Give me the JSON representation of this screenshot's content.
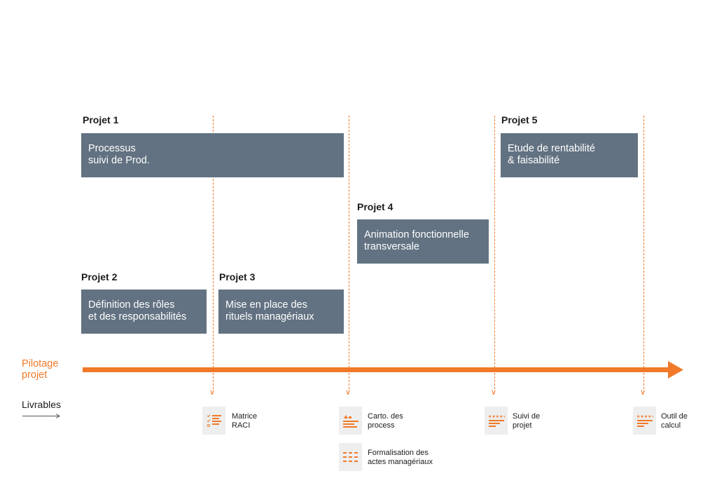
{
  "projects": [
    {
      "title": "Projet 1",
      "lines": [
        "Processus",
        "suivi de Prod."
      ]
    },
    {
      "title": "Projet 2",
      "lines": [
        "Définition des rôles",
        "et des responsabilités"
      ]
    },
    {
      "title": "Projet 3",
      "lines": [
        "Mise en place des",
        "rituels managériaux"
      ]
    },
    {
      "title": "Projet 4",
      "lines": [
        "Animation fonctionnelle",
        "transversale"
      ]
    },
    {
      "title": "Projet 5",
      "lines": [
        "Etude de rentabilité",
        "& faisabilité"
      ]
    }
  ],
  "pilotage": {
    "line1": "Pilotage",
    "line2": "projet"
  },
  "livrables": {
    "label": "Livrables"
  },
  "deliverables": [
    {
      "lines": [
        "Matrice",
        "RACI"
      ],
      "icon": "checklist-icon"
    },
    {
      "lines": [
        "Carto. des",
        "process"
      ],
      "icon": "process-map-icon"
    },
    {
      "lines": [
        "Formalisation des",
        "actes managériaux"
      ],
      "icon": "grid-list-icon"
    },
    {
      "lines": [
        "Suivi de",
        "projet"
      ],
      "icon": "rating-list-icon"
    },
    {
      "lines": [
        "Outil de",
        "calcul"
      ],
      "icon": "rating-list-icon"
    }
  ],
  "colors": {
    "accent": "#f07a2a",
    "box": "#627282",
    "icon_bg": "#eeeeee"
  }
}
